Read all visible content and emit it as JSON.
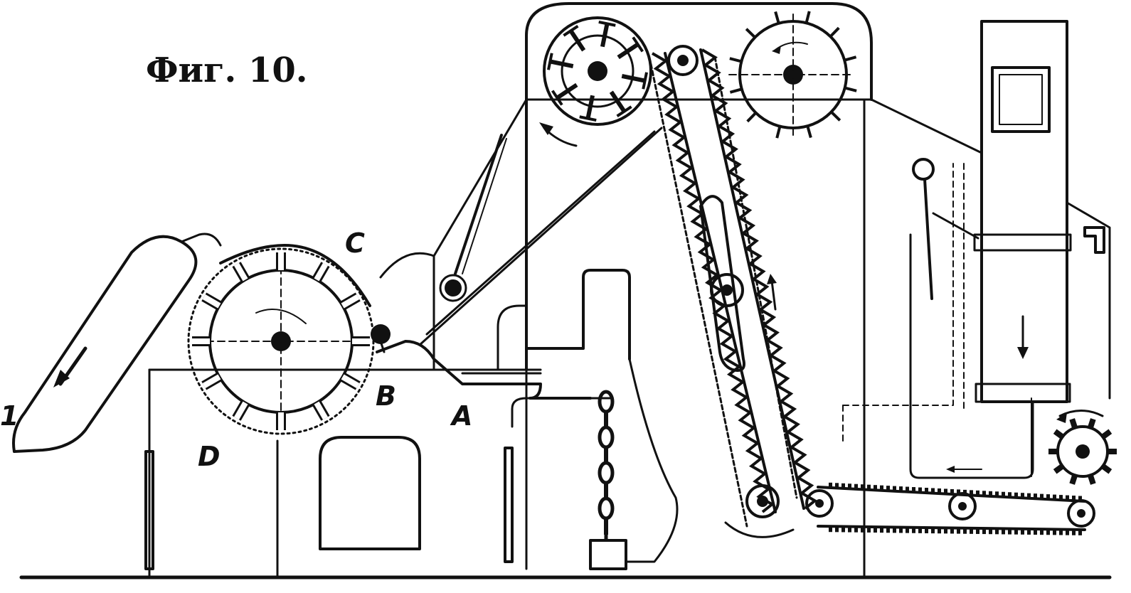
{
  "figure": {
    "title": "Фиг. 10.",
    "labels": {
      "A": "A",
      "B": "B",
      "C": "C",
      "D": "D",
      "one": "1"
    }
  }
}
